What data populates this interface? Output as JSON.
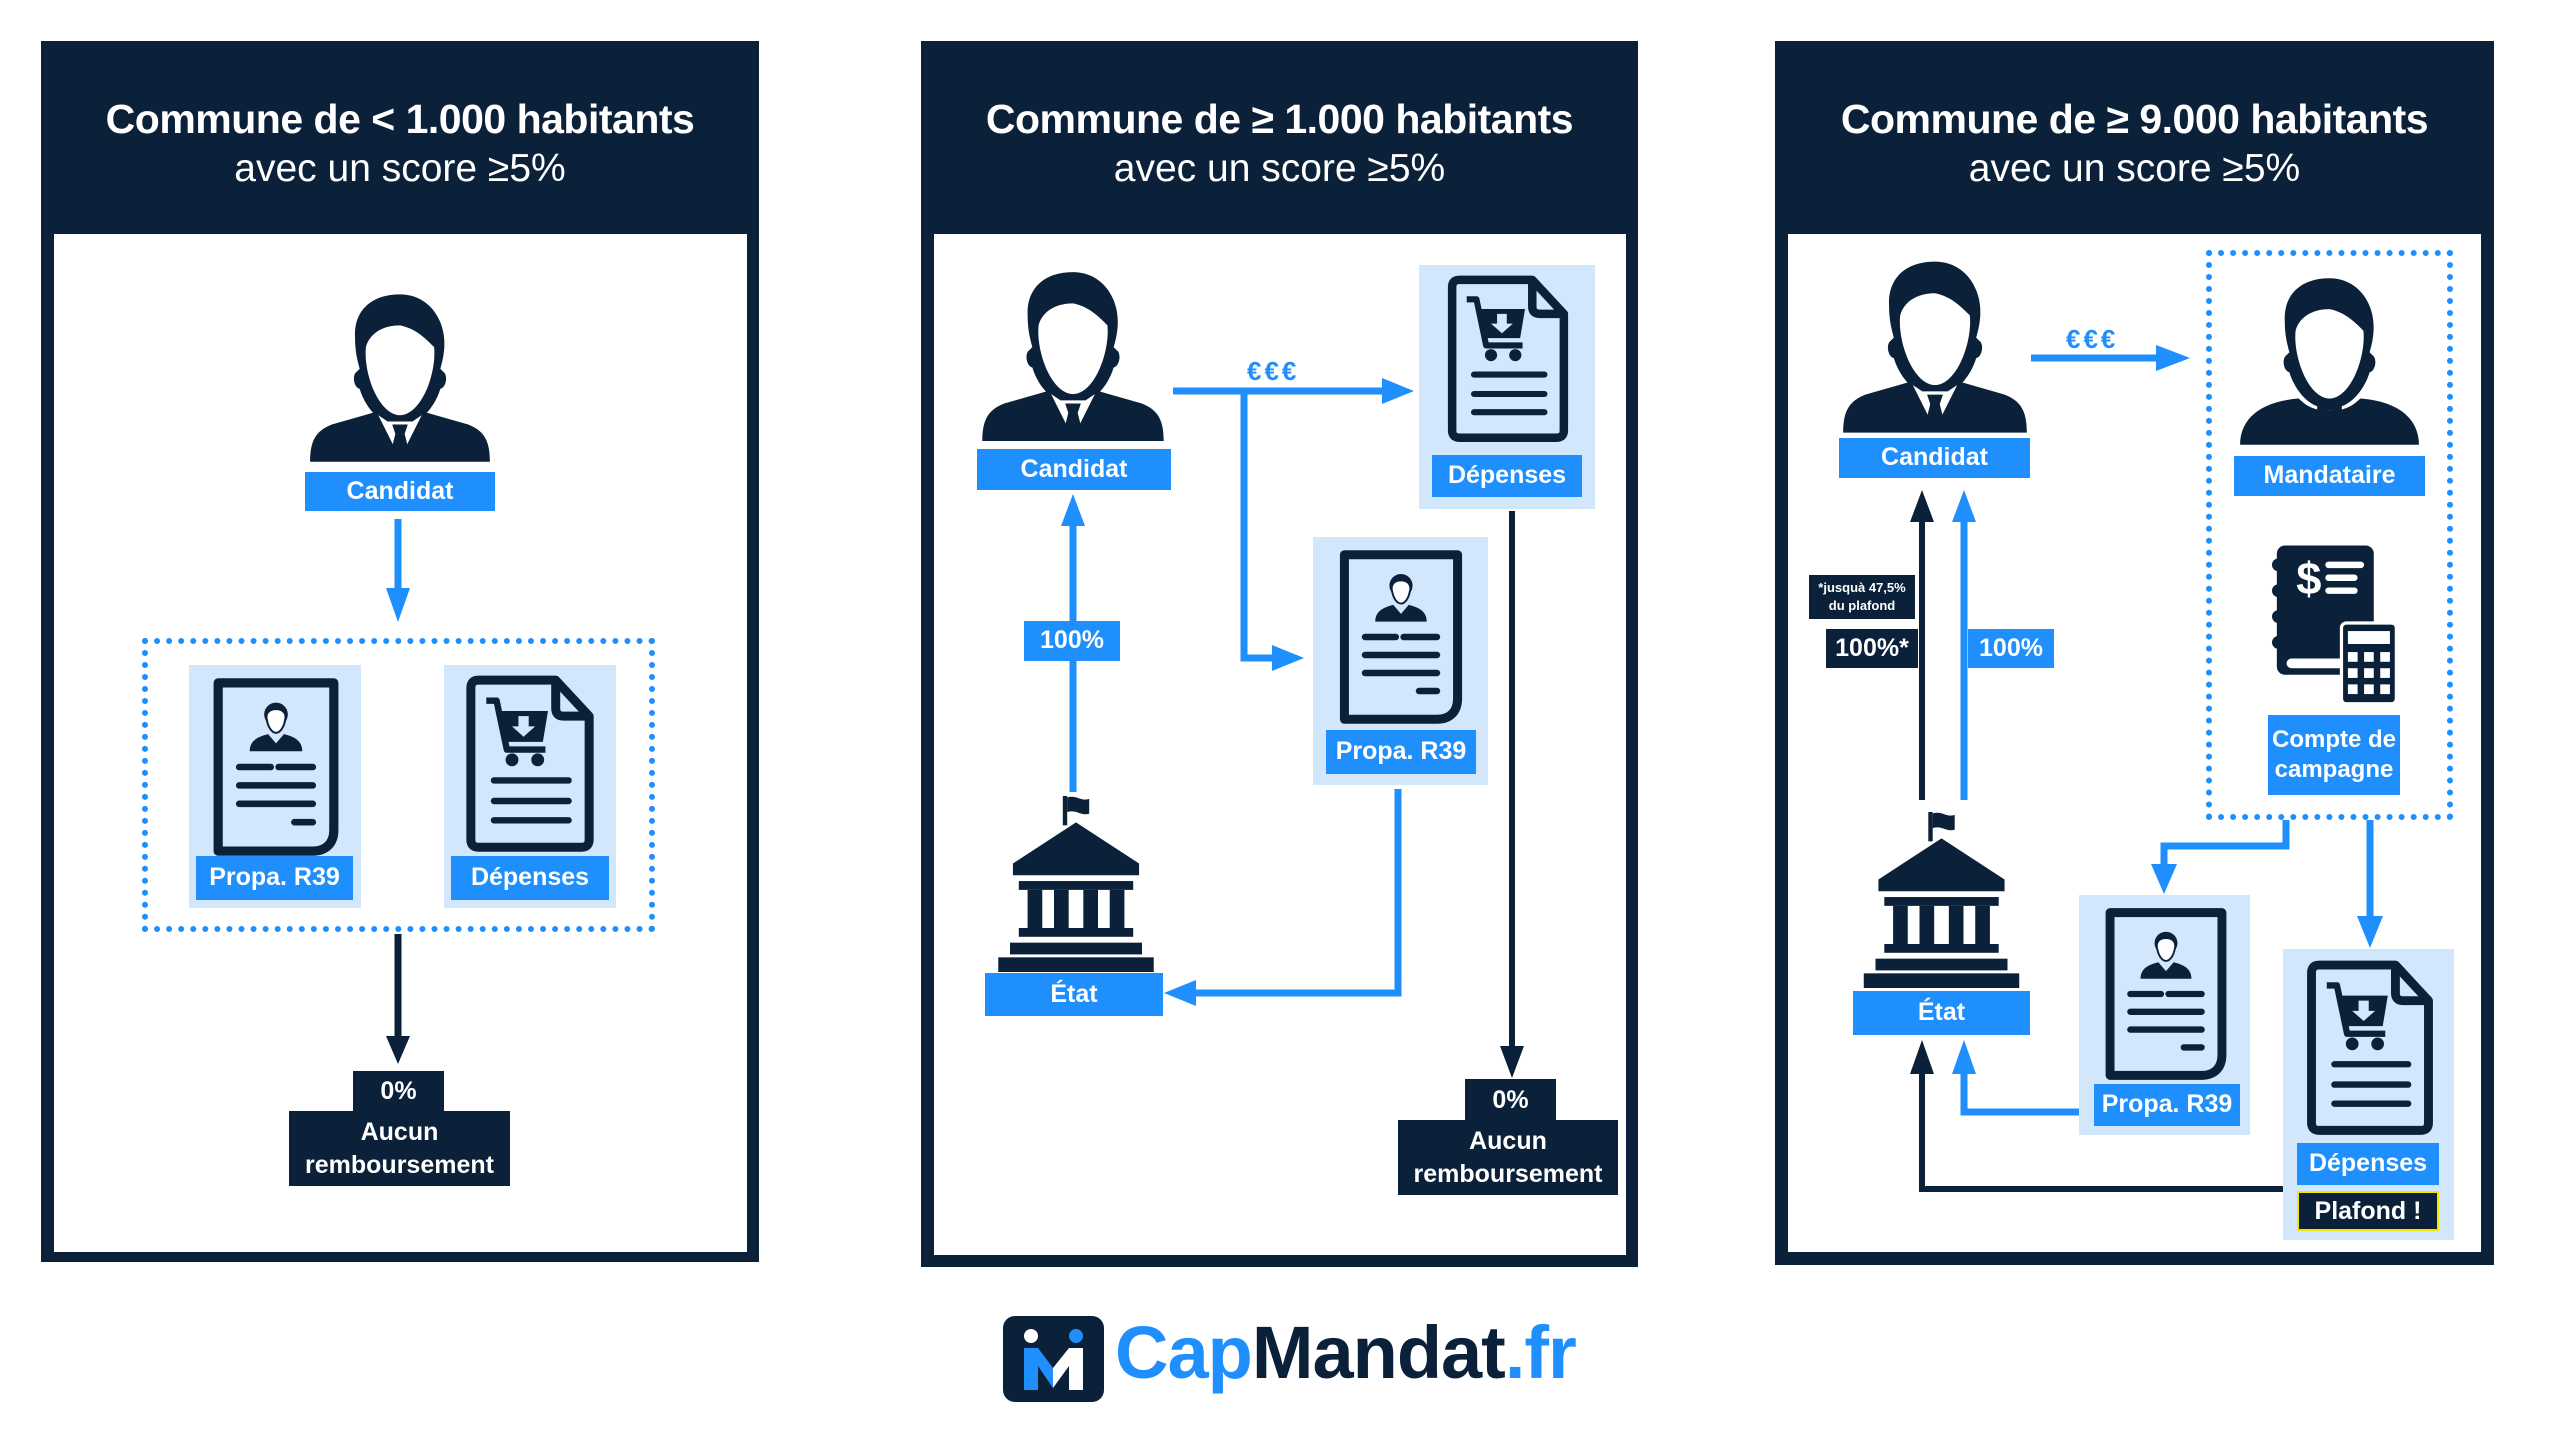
{
  "colors": {
    "navy": "#0b2039",
    "blue": "#1e8ffc",
    "light_blue": "#d3e7fc",
    "warning_border": "#f5e400"
  },
  "panels": [
    {
      "title": "Commune de < 1.000 habitants",
      "subtitle": "avec un score ≥5%",
      "candidat": "Candidat",
      "propa": "Propa. R39",
      "depenses": "Dépenses",
      "result_pct": "0%",
      "result_text_1": "Aucun",
      "result_text_2": "remboursement"
    },
    {
      "title": "Commune de ≥ 1.000 habitants",
      "subtitle": "avec un score ≥5%",
      "candidat": "Candidat",
      "euros": "€€€",
      "depenses": "Dépenses",
      "propa": "Propa. R39",
      "reimbursement": "100%",
      "etat": "État",
      "result_pct": "0%",
      "result_text_1": "Aucun",
      "result_text_2": "remboursement"
    },
    {
      "title": "Commune de ≥ 9.000 habitants",
      "subtitle": "avec un score ≥5%",
      "candidat": "Candidat",
      "euros": "€€€",
      "mandataire": "Mandataire",
      "compte_1": "Compte de",
      "compte_2": "campagne",
      "note_1": "*jusquà 47,5%",
      "note_2": "du plafond",
      "reimbursement_capped": "100%*",
      "reimbursement": "100%",
      "etat": "État",
      "propa": "Propa. R39",
      "depenses": "Dépenses",
      "plafond": "Plafond !"
    }
  ],
  "logo": {
    "part1": "Cap",
    "part2": "Mandat",
    "part3": ".fr"
  }
}
